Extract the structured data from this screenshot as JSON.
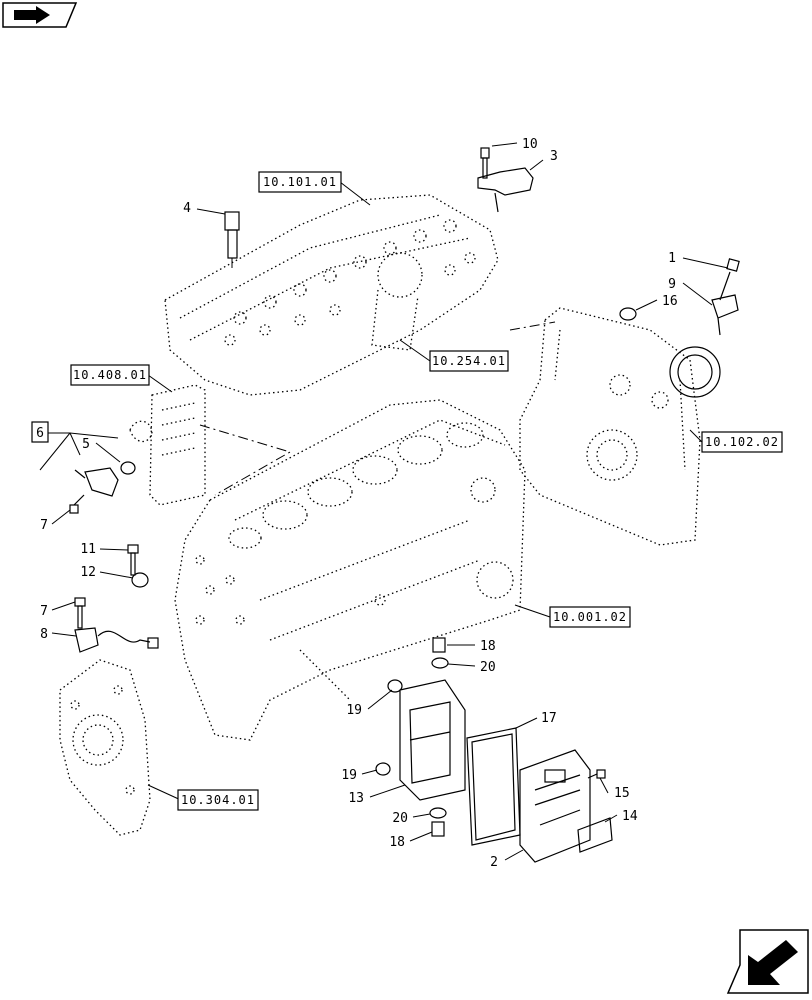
{
  "nav": {
    "prev_icon": "arrow-right-icon",
    "next_icon": "arrow-down-left-icon"
  },
  "references": {
    "ref_101": "10.101.01",
    "ref_254": "10.254.01",
    "ref_408": "10.408.01",
    "ref_102": "10.102.02",
    "ref_001": "10.001.02",
    "ref_304": "10.304.01"
  },
  "callouts": {
    "c1": "1",
    "c2": "2",
    "c3": "3",
    "c4": "4",
    "c5": "5",
    "c6": "6",
    "c7a": "7",
    "c7b": "7",
    "c8": "8",
    "c9": "9",
    "c10": "10",
    "c11": "11",
    "c12": "12",
    "c13": "13",
    "c14": "14",
    "c15": "15",
    "c16": "16",
    "c17": "17",
    "c18a": "18",
    "c18b": "18",
    "c19a": "19",
    "c19b": "19",
    "c20a": "20",
    "c20b": "20"
  }
}
